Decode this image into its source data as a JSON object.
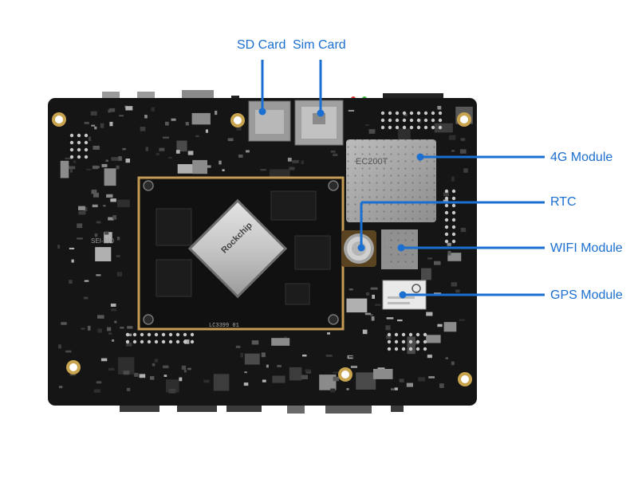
{
  "labels": {
    "sd_card": "SD Card",
    "sim_card": "Sim Card",
    "module_4g": "4G Module",
    "rtc": "RTC",
    "wifi_module": "WIFI Module",
    "gps_module": "GPS Module"
  },
  "board": {
    "chip_brand": "Rockchip",
    "module_4g_marking": "EC200T",
    "silkscreen_side": "SEI-210",
    "core_silkscreen": "LC3399 01"
  },
  "colors": {
    "callout": "#1a6fd0",
    "pcb": "#151515",
    "core_outline": "#c49a54",
    "chip_silver": "#c9c9c9"
  }
}
